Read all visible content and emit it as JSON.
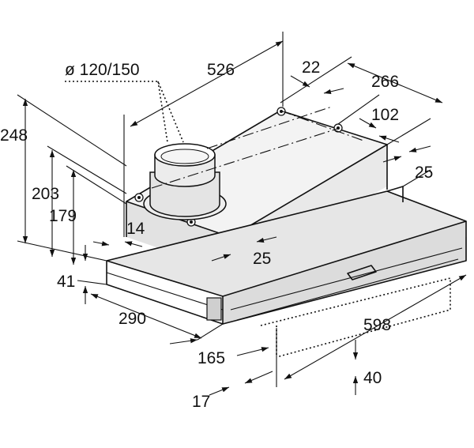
{
  "dimensions": {
    "duct_diameter": "ø 120/150",
    "total_width": "598",
    "body_width": "526",
    "back_offset": "22",
    "depth": "266",
    "back_mount": "102",
    "back_gap": "25",
    "total_height": "248",
    "height_203": "203",
    "height_179": "179",
    "side_gap": "14",
    "front_gap": "25",
    "front_panel_height": "41",
    "front_depth": "290",
    "pullout_165": "165",
    "pullout_17": "17",
    "pullout_40": "40"
  }
}
